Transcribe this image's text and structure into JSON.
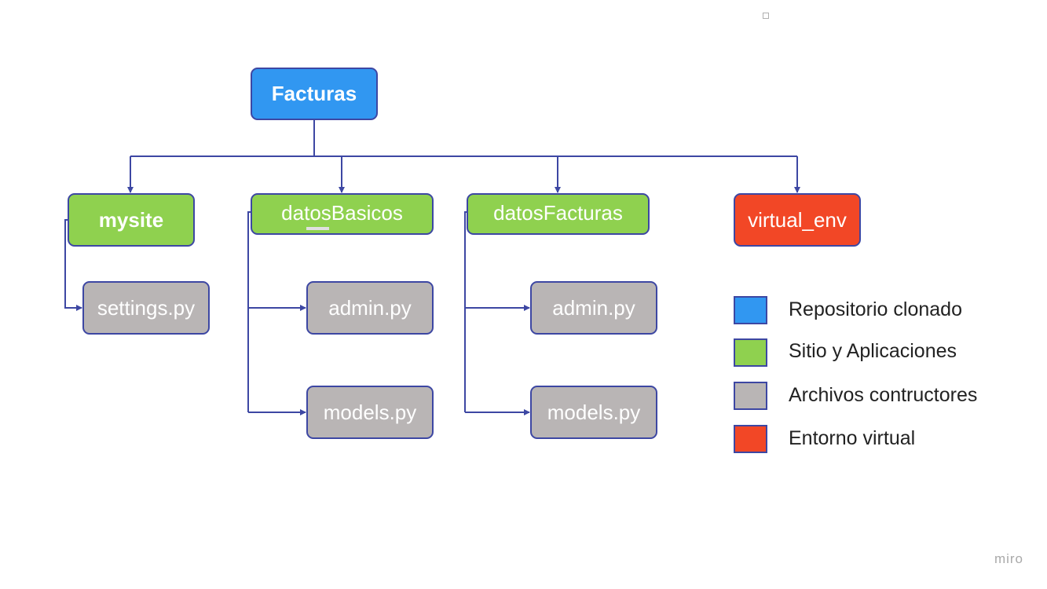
{
  "colors": {
    "repository": "#3197f1",
    "site_apps": "#8fd14f",
    "files": "#b9b5b5",
    "virtual_env": "#f24726",
    "border": "#3d47a3"
  },
  "nodes": {
    "root": {
      "label": "Facturas"
    },
    "mysite": {
      "label": "mysite"
    },
    "datosBasicos": {
      "label": "datosBasicos"
    },
    "datosFacturas": {
      "label": "datosFacturas"
    },
    "virtual_env": {
      "label": "virtual_env"
    },
    "mysite_settings": {
      "label": "settings.py"
    },
    "datosBasicos_admin": {
      "label": "admin.py"
    },
    "datosBasicos_models": {
      "label": "models.py"
    },
    "datosFacturas_admin": {
      "label": "admin.py"
    },
    "datosFacturas_models": {
      "label": "models.py"
    }
  },
  "legend": [
    {
      "label": "Repositorio clonado",
      "color": "#3197f1"
    },
    {
      "label": "Sitio y Aplicaciones",
      "color": "#8fd14f"
    },
    {
      "label": "Archivos contructores",
      "color": "#b9b5b5"
    },
    {
      "label": "Entorno virtual",
      "color": "#f24726"
    }
  ],
  "watermark": "miro"
}
